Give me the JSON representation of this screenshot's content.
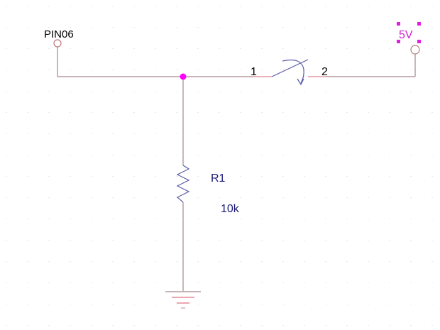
{
  "schematic": {
    "colors": {
      "wire": "#a5868c",
      "pin_wire": "#c08890",
      "component": "#5a5aa8",
      "junction": "#ff00ff",
      "selected": "#e020e0",
      "label_text": "#000000",
      "refdes_text": "#1a1a7a",
      "ground": "#e07080",
      "grid_dot": "#e8e8ee"
    },
    "ports": {
      "pin06": {
        "label": "PIN06",
        "icon": "offpage-port-circle"
      },
      "vcc": {
        "label": "5V",
        "icon": "power-port-circle",
        "selected": true
      }
    },
    "switch": {
      "pin1_label": "1",
      "pin2_label": "2",
      "icon": "spst-switch"
    },
    "resistor": {
      "refdes": "R1",
      "value": "10k",
      "icon": "resistor-zigzag"
    },
    "ground": {
      "icon": "ground-symbol"
    },
    "junction": {
      "icon": "junction-dot"
    }
  }
}
